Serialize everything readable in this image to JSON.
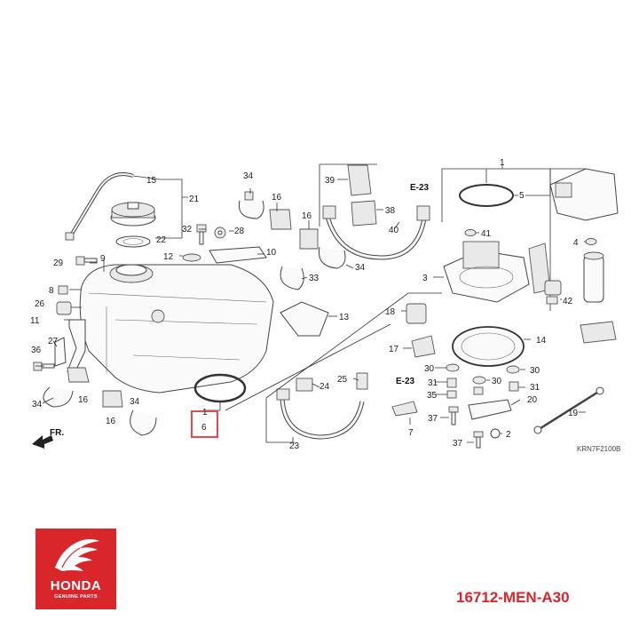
{
  "diagram": {
    "drawing_code": "KRN7F2100B",
    "front_label": "FR.",
    "ref_label": "E-23",
    "highlight_color": "#e8474f",
    "callouts": {
      "c1": "1",
      "c2": "2",
      "c3": "3",
      "c4": "4",
      "c5": "5",
      "c6": "6",
      "c7": "7",
      "c8": "8",
      "c9": "9",
      "c10": "10",
      "c11": "11",
      "c12": "12",
      "c13": "13",
      "c14": "14",
      "c15": "15",
      "c16": "16",
      "c17": "17",
      "c18": "18",
      "c19": "19",
      "c20": "20",
      "c21": "21",
      "c22": "22",
      "c23": "23",
      "c24": "24",
      "c25": "25",
      "c26": "26",
      "c27": "27",
      "c28": "28",
      "c29": "29",
      "c30": "30",
      "c31": "31",
      "c32": "32",
      "c33": "33",
      "c34": "34",
      "c35": "35",
      "c36": "36",
      "c37": "37",
      "c38": "38",
      "c39": "39",
      "c40": "40",
      "c41": "41",
      "c42": "42"
    },
    "highlighted_part": "6"
  },
  "brand": {
    "name": "HONDA",
    "tagline": "GENUINE PARTS",
    "color": "#d9262b",
    "icon": "wing-icon"
  },
  "part_number": "16712-MEN-A30"
}
